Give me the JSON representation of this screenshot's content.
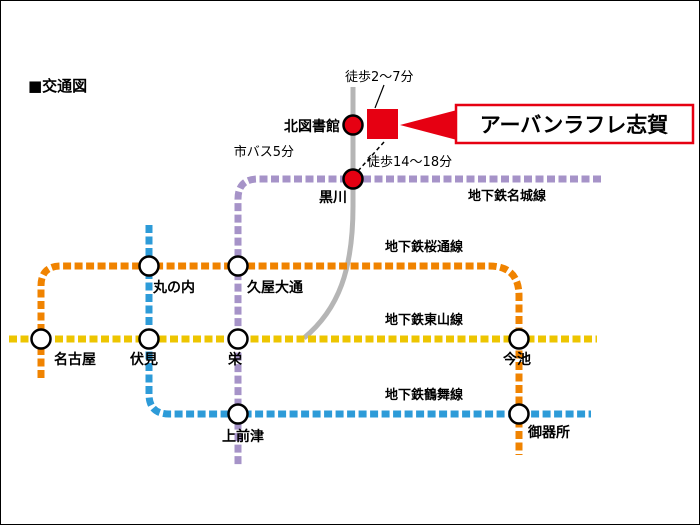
{
  "title": "■交通図",
  "destination": {
    "name": "アーバンラフレ志賀",
    "color": "#e60012"
  },
  "annotations": {
    "walk_from_library": "徒歩2〜7分",
    "city_bus": "市バス5分",
    "walk_from_kurokawa": "徒歩14〜18分"
  },
  "bus_route": {
    "color": "#b5b5b5"
  },
  "lines": {
    "meijo": {
      "label": "地下鉄名城線",
      "color": "#a693c8"
    },
    "sakuradori": {
      "label": "地下鉄桜通線",
      "color": "#f08300"
    },
    "higashiyama": {
      "label": "地下鉄東山線",
      "color": "#edc500"
    },
    "tsurumai": {
      "label": "地下鉄鶴舞線",
      "color": "#2d9bd8"
    }
  },
  "stations": {
    "kita_library": "北図書館",
    "kurokawa": "黒川",
    "marunouchi": "丸の内",
    "hisaya_odori": "久屋大通",
    "nagoya": "名古屋",
    "fushimi": "伏見",
    "sakae": "栄",
    "imaike": "今池",
    "kamimaezu": "上前津",
    "gokiso": "御器所"
  },
  "station_marker": {
    "regular_fill": "#ffffff",
    "highlight_fill": "#e60012"
  }
}
